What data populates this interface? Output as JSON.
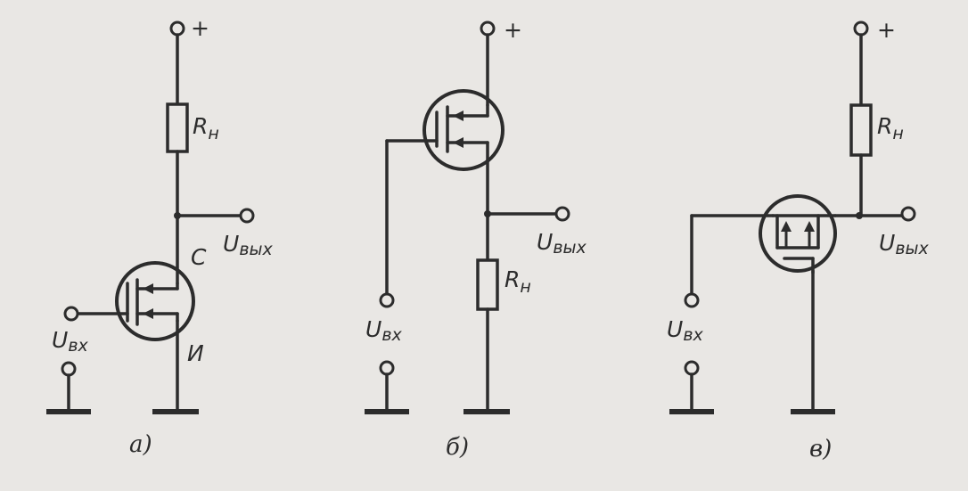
{
  "circuits": [
    {
      "caption": "а)",
      "plus": "+",
      "load_label": {
        "main": "R",
        "sub": "н"
      },
      "drain_label": "С",
      "source_label": "И",
      "output_label": {
        "main": "U",
        "sub": "вых"
      },
      "input_label": {
        "main": "U",
        "sub": "вх"
      }
    },
    {
      "caption": "б)",
      "plus": "+",
      "load_label": {
        "main": "R",
        "sub": "н"
      },
      "output_label": {
        "main": "U",
        "sub": "вых"
      },
      "input_label": {
        "main": "U",
        "sub": "вх"
      }
    },
    {
      "caption": "в)",
      "plus": "+",
      "load_label": {
        "main": "R",
        "sub": "н"
      },
      "output_label": {
        "main": "U",
        "sub": "вых"
      },
      "input_label": {
        "main": "U",
        "sub": "вх"
      }
    }
  ]
}
